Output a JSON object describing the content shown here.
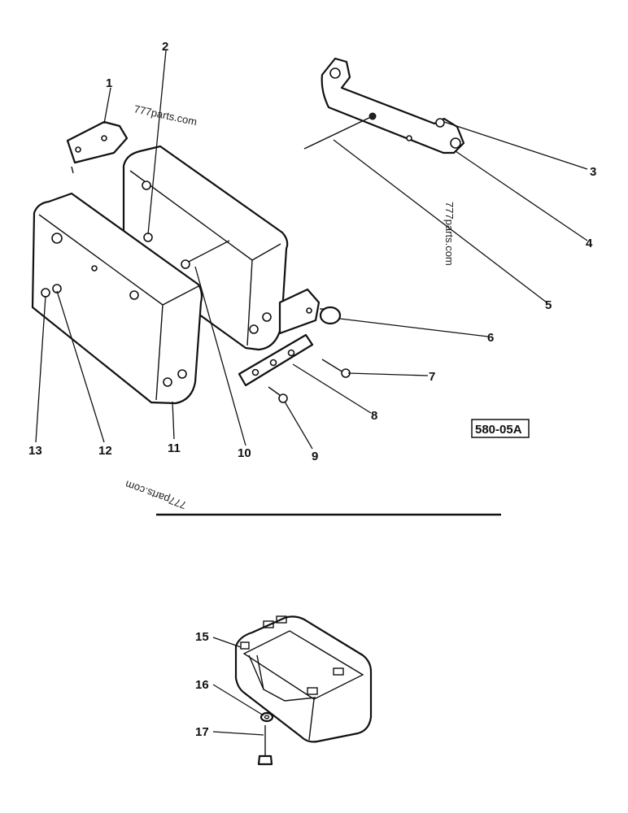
{
  "callouts": [
    "1",
    "2",
    "3",
    "4",
    "5",
    "6",
    "7",
    "8",
    "9",
    "10",
    "11",
    "12",
    "13",
    "15",
    "16",
    "17"
  ],
  "code_box": "580-05A",
  "watermarks": [
    "777parts.com",
    "777parts.com",
    "777parts.com"
  ]
}
